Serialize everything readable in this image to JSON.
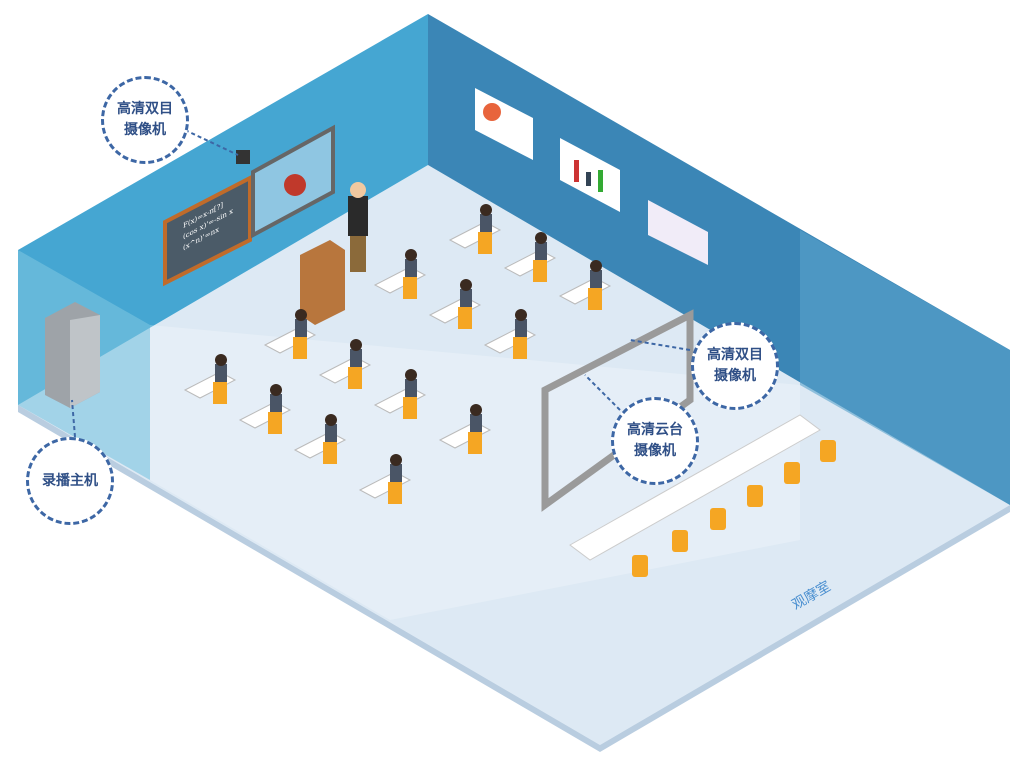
{
  "callouts": {
    "dual_camera_left": {
      "line1": "高清双目",
      "line2": "摄像机"
    },
    "dual_camera_right": {
      "line1": "高清双目",
      "line2": "摄像机"
    },
    "ptz_camera": {
      "line1": "高清云台",
      "line2": "摄像机"
    },
    "recorder": {
      "line1": "录播主机"
    }
  },
  "observation_room_label": "观摩室",
  "blackboard": {
    "lines": [
      "F(x)=x-π[?]",
      "(cos x)'=-sin x",
      "(x^n)'=nx"
    ]
  },
  "colors": {
    "wall_left": "#45a6d2",
    "wall_right": "#3b86b6",
    "floor": "#dde9f4",
    "accent": "#3d67a5",
    "chair": "#f5a623"
  }
}
